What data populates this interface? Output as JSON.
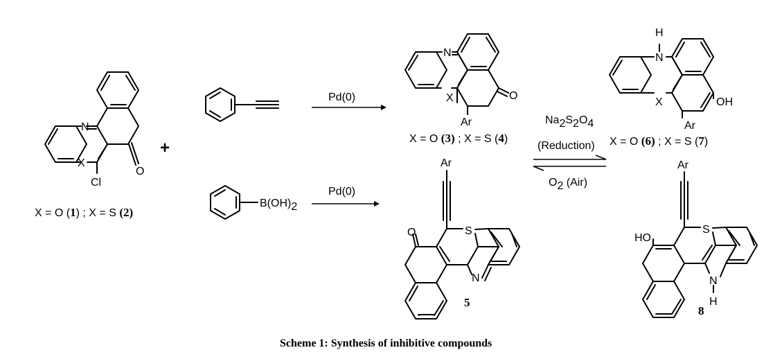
{
  "compound1_2": {
    "atom_N": "N",
    "atom_X": "X",
    "atom_O": "O",
    "atom_Cl": "Cl",
    "caption_a": "X = O (",
    "caption_num1": "1",
    "caption_b": ") ; X = S ",
    "caption_num2": "(2)"
  },
  "plus": "+",
  "reagent_alkyne": {
    "arrow_label": "Pd(0)"
  },
  "reagent_boronic": {
    "group": "B(OH)",
    "subscript": "2",
    "arrow_label": "Pd(0)"
  },
  "compound3_4": {
    "atom_N": "N",
    "atom_X": "X",
    "atom_O": "O",
    "atom_Ar": "Ar",
    "caption_a": "X = O ",
    "caption_num3": "(3)",
    "caption_b": " ; X = S  (",
    "caption_num4": "4",
    "caption_c": ")"
  },
  "equilibrium": {
    "forward_reagent": "Na",
    "forward_sub1": "2",
    "forward_mid": "S",
    "forward_sub2": "2",
    "forward_end": "O",
    "forward_sub3": "4",
    "forward_note": "(Reduction)",
    "reverse_reagent": "O",
    "reverse_sub": "2",
    "reverse_note": " (Air)"
  },
  "compound6_7": {
    "atom_H": "H",
    "atom_N": "N",
    "atom_X": "X",
    "atom_OH": "OH",
    "atom_Ar": "Ar",
    "caption_a": "X = O ",
    "caption_num6": "(6)",
    "caption_b": " ; X = S  (",
    "caption_num7": "7",
    "caption_c": ")"
  },
  "compound5": {
    "atom_Ar": "Ar",
    "atom_O": "O",
    "atom_S": "S",
    "atom_N": "N",
    "number": "5"
  },
  "compound8": {
    "atom_Ar": "Ar",
    "atom_HO": "HO",
    "atom_S": "S",
    "atom_N": "N",
    "atom_H": "H",
    "number": "8"
  },
  "caption": "Scheme 1: Synthesis of inhibitive compounds"
}
